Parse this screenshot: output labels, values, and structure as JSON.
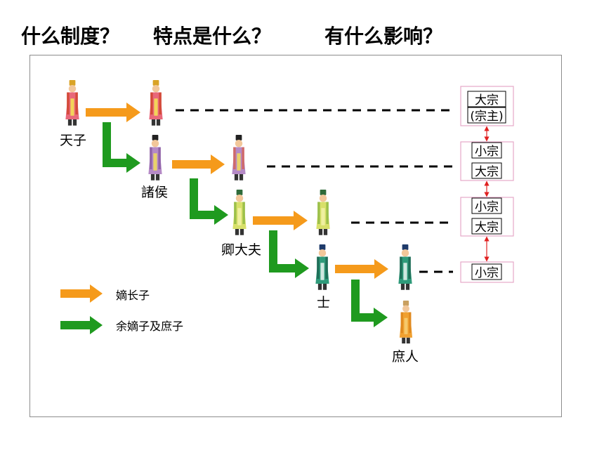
{
  "questions": [
    "什么制度？",
    "特点是什么？",
    "有什么影响？"
  ],
  "ranks": {
    "tianzi": "天子",
    "zhuhou": "諸侯",
    "qingdafu": "卿大夫",
    "shi": "士",
    "shuren": "庶人"
  },
  "clan_boxes": [
    {
      "line1": "大宗",
      "line2": "(宗主)"
    },
    {
      "line1": "小宗",
      "line2": "大宗"
    },
    {
      "line1": "小宗",
      "line2": "大宗"
    },
    {
      "line1": "小宗"
    }
  ],
  "legend": {
    "eldest": "嫡长子",
    "others": "余嫡子及庶子"
  },
  "colors": {
    "eldest_arrow": "#f59a1b",
    "others_arrow": "#1f9a1f",
    "box_border": "#e6a8c8",
    "link_arrow": "#e02020",
    "frame": "#8c8c8c"
  }
}
